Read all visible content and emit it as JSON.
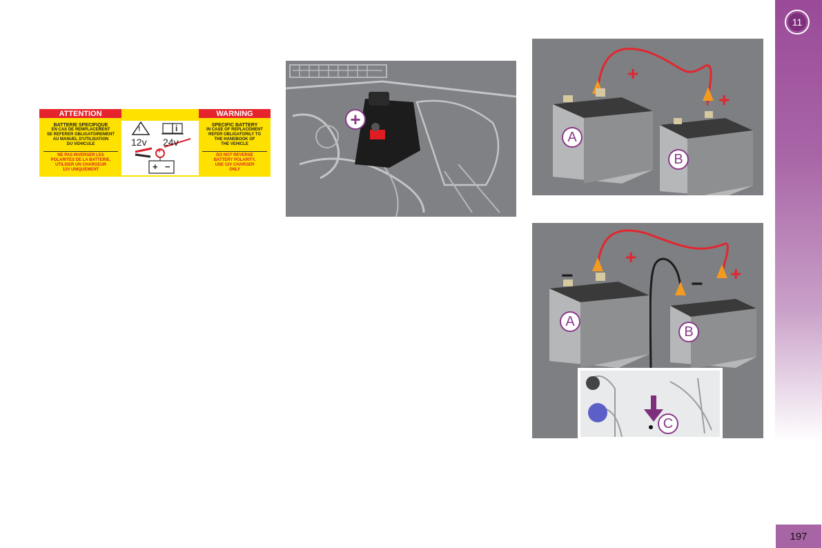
{
  "sidebar": {
    "chapter": "11",
    "page_number": "197"
  },
  "warning_label": {
    "left_title": "ATTENTION",
    "right_title": "WARNING",
    "left_lines_1": [
      "BATTERIE SPECIFIQUE",
      "EN CAS DE REMPLACEMENT",
      "SE REFERER OBLIGATOIREMENT",
      "AU MANUEL D'UTILISATION",
      "DU VEHICULE"
    ],
    "left_lines_2": [
      "NE PAS INVERSER LES",
      "POLARITES DE LA BATTERIE,",
      "UTILISER UN CHARGEUR",
      "12V UNIQUEMENT"
    ],
    "right_lines_1": [
      "SPECIFIC BATTERY",
      "IN CASE OF REPLACEMENT",
      "REFER OBLIGATORILY TO",
      "THE HANDBOOK OF",
      "THE VEHICLE"
    ],
    "right_lines_2": [
      "DO NOT REVERSE",
      "BATTERY POLARITY,",
      "USE 12V CHARGER",
      "ONLY"
    ],
    "volt_ok": "12v",
    "volt_no": "24v",
    "info_glyph": "i",
    "warn_glyph": "!",
    "plus": "+",
    "minus": "−"
  },
  "engine_photo": {
    "marker": "+"
  },
  "jump_diagram_1": {
    "battery_a": "A",
    "battery_b": "B",
    "plus": "+"
  },
  "jump_diagram_2": {
    "battery_a": "A",
    "battery_b": "B",
    "ground_point": "C",
    "plus": "+",
    "minus": "−"
  }
}
